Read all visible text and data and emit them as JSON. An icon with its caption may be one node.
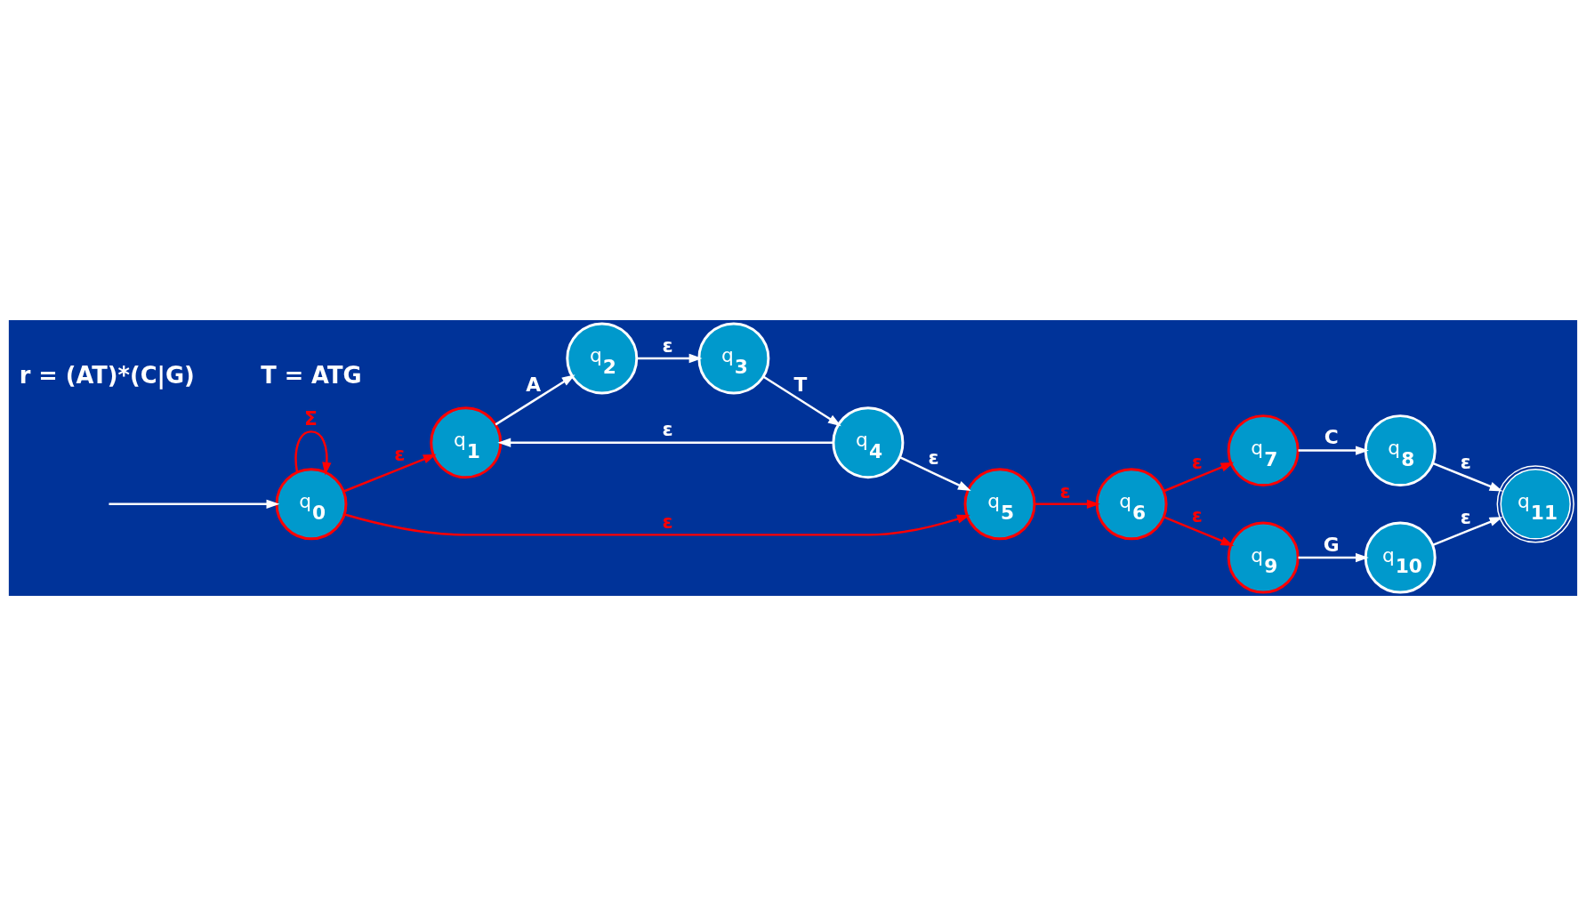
{
  "diagram": {
    "nodes": [
      {
        "text": [
          "q$_{0}$"
        ]
      },
      {
        "text": [
          "q$_{1}$"
        ]
      },
      {
        "text": [
          "q$_{2}$"
        ]
      },
      {
        "text": [
          "q$_{3}$"
        ]
      },
      {
        "text": [
          "q$_{4}$"
        ]
      },
      {
        "text": [
          "q$_{5}$"
        ]
      },
      {
        "text": [
          "q$_{6}$"
        ]
      },
      {
        "text": [
          "q$_{7}$"
        ]
      },
      {
        "text": [
          "q$_{8}$"
        ]
      },
      {
        "text": [
          "q$_{9}$"
        ]
      },
      {
        "text": [
          "q$_{10}$"
        ]
      },
      {
        "text": [
          "q$_{11}$"
        ]
      }
    ],
    "edges": [
      {
        "from": null,
        "to": 0,
        "arrow": "to"
      },
      {
        "from": 0,
        "to": 1,
        "arrow": "to",
        "label": "ε",
        "color": "#ff0000"
      },
      {
        "from": 1,
        "to": 2,
        "arrow": "to",
        "label": "A"
      },
      {
        "from": 2,
        "to": 3,
        "arrow": "to",
        "label": "ε"
      },
      {
        "from": 3,
        "to": 4,
        "arrow": "to",
        "label": "T"
      },
      {
        "from": 4,
        "to": 5,
        "arrow": "to",
        "label": "ε"
      },
      {
        "from": 4,
        "to": 1,
        "arrow": "to",
        "label": "ε"
      },
      {
        "from": 0,
        "to": 5,
        "arrow": "to",
        "label": "ε",
        "color": "#ff0000"
      },
      {
        "from": 0,
        "to": 0,
        "arrow": "to",
        "label": "Σ",
        "color": "#ff0000"
      },
      {
        "from": 5,
        "to": 6,
        "arrow": "to",
        "label": "ε",
        "color": "#ff0000"
      },
      {
        "from": 6,
        "to": 7,
        "arrow": "to",
        "label": "ε",
        "color": "#ff0000"
      },
      {
        "from": 6,
        "to": 9,
        "arrow": "to",
        "label": "ε",
        "color": "#ff0000"
      },
      {
        "from": 7,
        "to": 8,
        "arrow": "to",
        "label": "C"
      },
      {
        "from": 9,
        "to": 10,
        "arrow": "to",
        "label": "G"
      },
      {
        "from": 8,
        "to": 11,
        "arrow": "to",
        "label": "ε"
      },
      {
        "from": 10,
        "to": 11,
        "arrow": "to",
        "label": "ε"
      }
    ],
    "labels": [
      "r = (AT)*(C|G)",
      "T = ATG"
    ]
  }
}
